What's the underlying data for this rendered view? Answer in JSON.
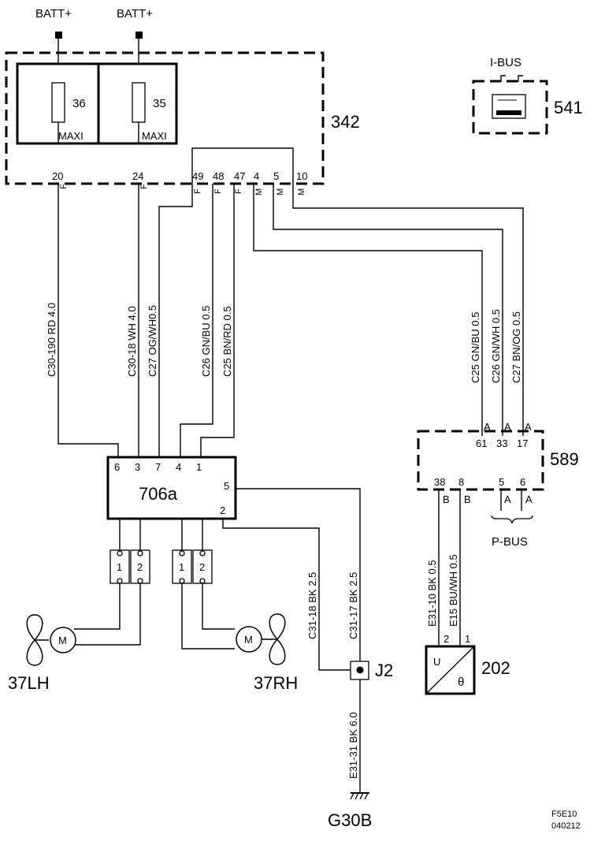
{
  "supply": {
    "batt_left": "BATT+",
    "batt_right": "BATT+"
  },
  "fusebox": {
    "id": "342",
    "fuse_left": {
      "num": "36",
      "type": "MAXI"
    },
    "fuse_right": {
      "num": "35",
      "type": "MAXI"
    },
    "pins": [
      {
        "num": "20",
        "code": "F"
      },
      {
        "num": "24",
        "code": "F"
      },
      {
        "num": "49",
        "code": "F"
      },
      {
        "num": "48",
        "code": "F"
      },
      {
        "num": "47",
        "code": "F"
      },
      {
        "num": "4",
        "code": "M"
      },
      {
        "num": "5",
        "code": "M"
      },
      {
        "num": "10",
        "code": "M"
      }
    ]
  },
  "ibus_module": {
    "id": "541",
    "bus_label": "I-BUS"
  },
  "wires_left": [
    {
      "label": "C30-190  RD  4.0"
    },
    {
      "label": "C30-18  WH  4.0"
    },
    {
      "label": "C27  OG/WH0.5"
    },
    {
      "label": "C26  GN/BU  0.5"
    },
    {
      "label": "C25  BN/RD  0.5"
    }
  ],
  "wires_right": [
    {
      "label": "C25  GN/BU  0.5"
    },
    {
      "label": "C26  GN/WH  0.5"
    },
    {
      "label": "C27  BN/OG  0.5"
    }
  ],
  "fan_controller": {
    "id": "706a",
    "top_pins": [
      "6",
      "3",
      "7",
      "4",
      "1"
    ],
    "side_pins": [
      "5",
      "2"
    ]
  },
  "module_589": {
    "id": "589",
    "top_pins": [
      {
        "num": "61",
        "code": "A"
      },
      {
        "num": "33",
        "code": "A"
      },
      {
        "num": "17",
        "code": "A"
      }
    ],
    "bottom_pins": [
      {
        "num": "38",
        "code": "B"
      },
      {
        "num": "8",
        "code": "B"
      },
      {
        "num": "5",
        "code": "A"
      },
      {
        "num": "6",
        "code": "A"
      }
    ],
    "bus_label": "P-BUS"
  },
  "connectors": {
    "left": {
      "pin1": "1",
      "pin2": "2"
    },
    "right": {
      "pin1": "1",
      "pin2": "2"
    }
  },
  "fans": {
    "left": {
      "id": "37LH",
      "motor": "M"
    },
    "right": {
      "id": "37RH",
      "motor": "M"
    }
  },
  "ground_wires": [
    {
      "label": "C31-18  BK  2.5"
    },
    {
      "label": "C31-17  BK  2.5"
    },
    {
      "label": "E31-31  BK  6.0"
    }
  ],
  "junction": {
    "id": "J2"
  },
  "ground": {
    "id": "G30B"
  },
  "sensor_wires": [
    {
      "label": "E31-10  BK  0.5"
    },
    {
      "label": "E15  BU/WH  0.5"
    }
  ],
  "sensor": {
    "id": "202",
    "symbol_u": "U",
    "symbol_theta": "θ",
    "pin_left": "2",
    "pin_right": "1"
  },
  "footer": {
    "code": "F5E10",
    "date": "040212"
  }
}
